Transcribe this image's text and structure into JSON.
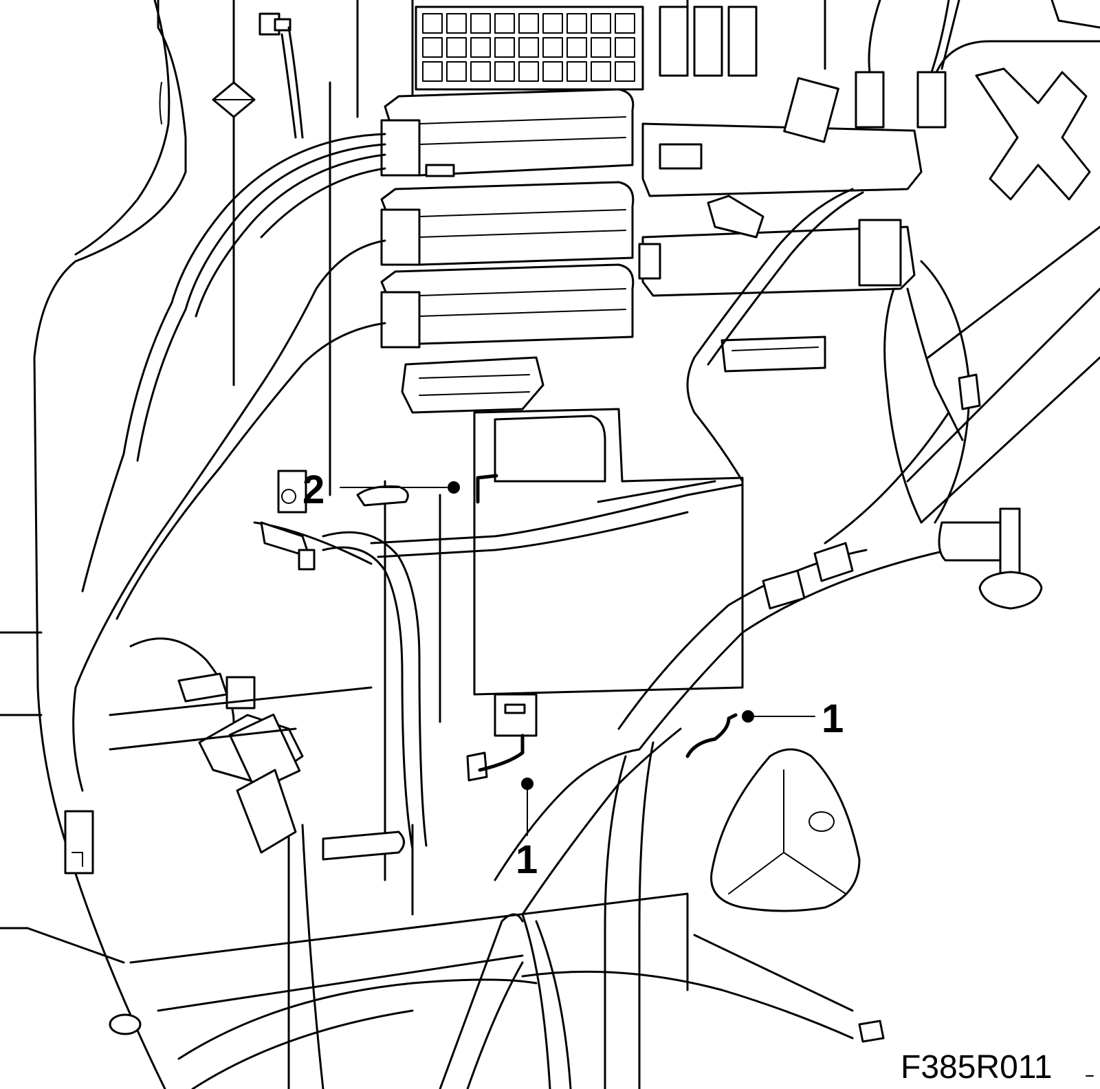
{
  "figure": {
    "id": "F385R011"
  },
  "callouts": [
    {
      "label": "1"
    },
    {
      "label": "1"
    },
    {
      "label": "2"
    }
  ]
}
